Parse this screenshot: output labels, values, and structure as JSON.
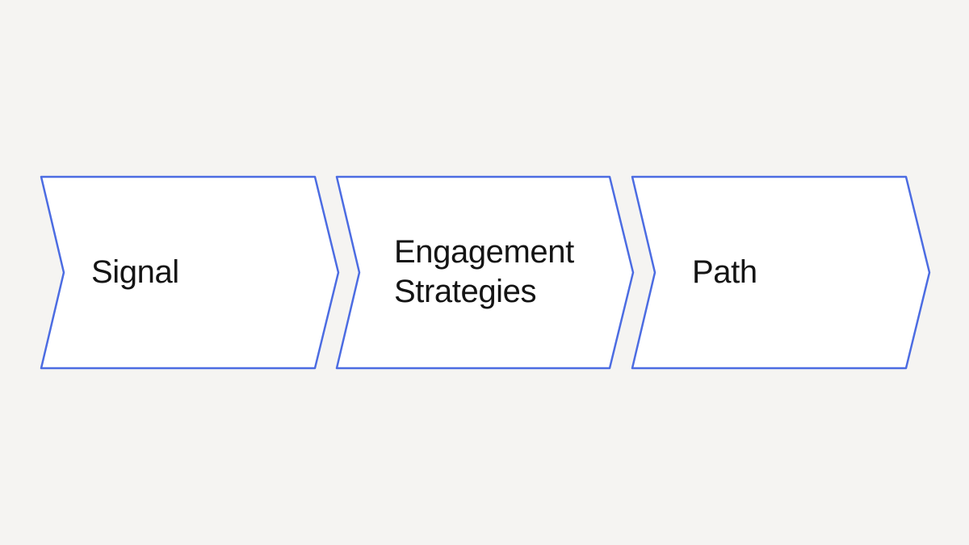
{
  "theme": {
    "background": "#f5f4f2",
    "shape_fill": "#ffffff",
    "shape_border": "#4c6ce2",
    "text_color": "#141414"
  },
  "diagram": {
    "type": "horizontal-chevron-process-flow",
    "steps": [
      {
        "label": "Signal"
      },
      {
        "label": "Engagement Strategies"
      },
      {
        "label": "Path"
      }
    ]
  }
}
